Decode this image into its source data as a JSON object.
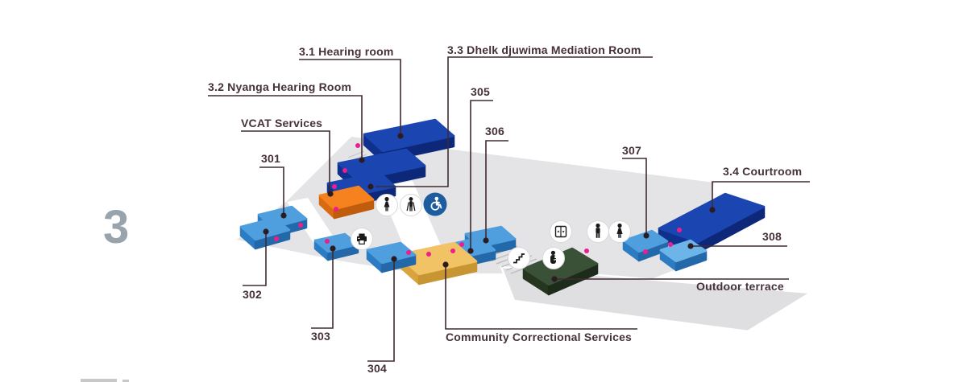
{
  "floor": {
    "level": "3",
    "labels": {
      "room31": "3.1 Hearing room",
      "room32": "3.2 Nyanga Hearing Room",
      "room33": "3.3 Dhelk djuwima Mediation Room",
      "room34": "3.4 Courtroom",
      "vcat": "VCAT Services",
      "r301": "301",
      "r302": "302",
      "r303": "303",
      "r304": "304",
      "r305": "305",
      "r306": "306",
      "r307": "307",
      "r308": "308",
      "terrace": "Outdoor terrace",
      "ccs": "Community Correctional Services"
    },
    "icons": [
      "female-toilet-icon",
      "assisted-person-icon",
      "accessible-toilet-icon",
      "printer-icon",
      "elevator-icon",
      "male-toilet-icon",
      "female-toilet-icon-2",
      "stairs-icon",
      "parent-room-icon"
    ],
    "colors": {
      "courtroom_dark_blue": "#1b46b2",
      "room_light_blue": "#4f9fdf",
      "vcat_orange": "#f5821f",
      "ccs_yellow": "#f2c365",
      "terrace_green": "#3a5138",
      "floor_gray": "#e4e4e6",
      "entrance_pink": "#ef1c8e",
      "label_maroon": "#46313a",
      "accessible_blue": "#1d5c9e",
      "level_number_gray": "#99a3ab"
    }
  }
}
